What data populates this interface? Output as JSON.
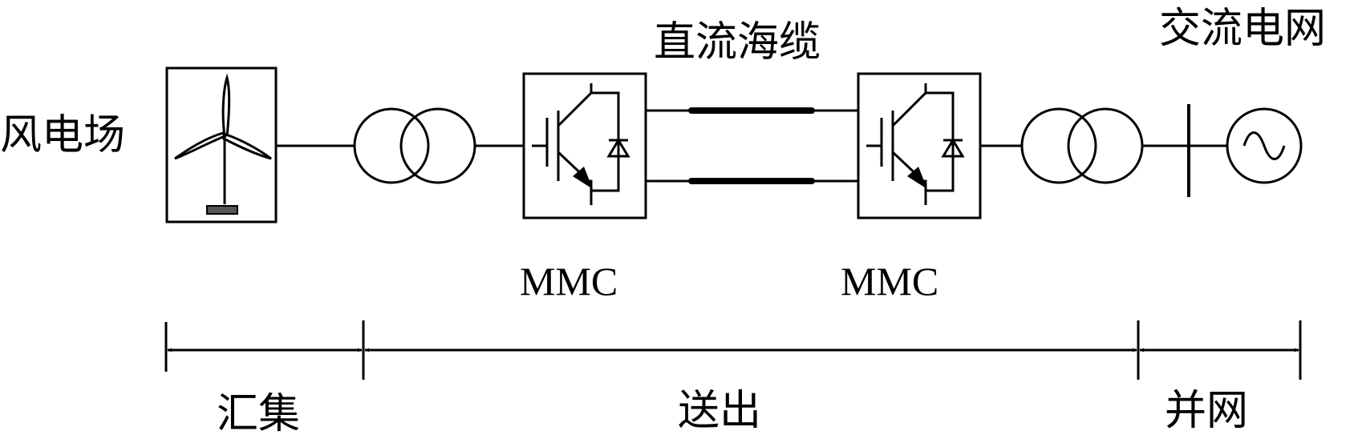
{
  "labels": {
    "wind_farm": "风电场",
    "dc_cable": "直流海缆",
    "ac_grid": "交流电网",
    "mmc_left": "MMC",
    "mmc_right": "MMC",
    "collection": "汇集",
    "transmission": "送出",
    "grid_connection": "并网"
  },
  "icons": [
    "wind-turbine-icon",
    "transformer-icon",
    "igbt-converter-icon",
    "dc-cable-icon",
    "ac-source-icon",
    "dimension-arrow-icon"
  ],
  "colors": {
    "stroke": "#000000",
    "background": "#ffffff"
  }
}
